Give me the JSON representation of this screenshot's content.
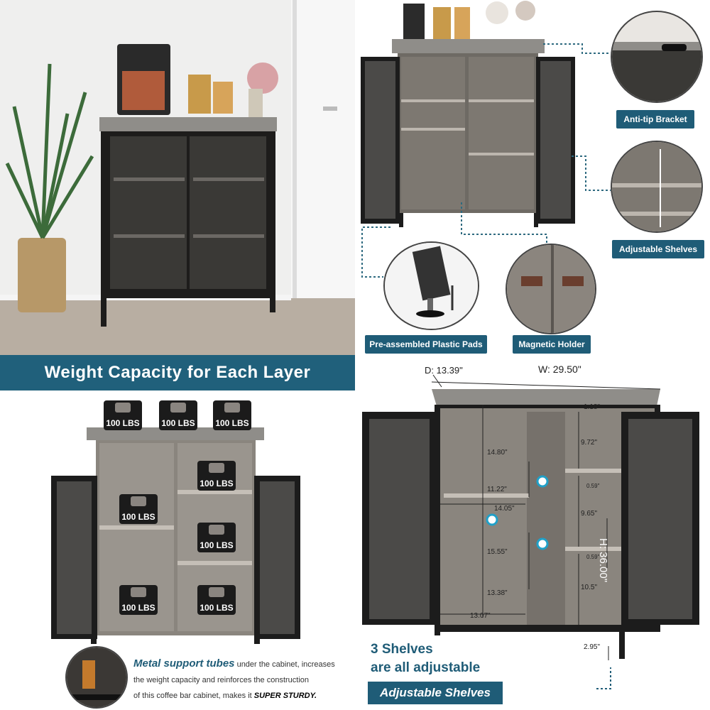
{
  "panels": {
    "features": {
      "anti_tip": "Anti-tip Bracket",
      "adjustable": "Adjustable Shelves",
      "pads": "Pre-assembled Plastic Pads",
      "magnetic": "Magnetic Holder"
    },
    "weight": {
      "title": "Weight Capacity for Each Layer",
      "load_label": "100 LBS",
      "support_bold": "Metal support tubes",
      "support_text1": " under the cabinet, increases",
      "support_text2": "the weight capacity and reinforces the construction",
      "support_text3": "of this coffee bar cabinet, makes it ",
      "support_bold2": "SUPER STURDY."
    },
    "dimensions": {
      "depth": "D: 13.39\"",
      "width": "W: 29.50\"",
      "height": "H: 36.00\"",
      "top_thick": "1.18\"",
      "inner_top": "14.80\"",
      "shelf_gap1": "9.72\"",
      "shelf_depth": "11.22\"",
      "shelf_width": "14.05\"",
      "shelf_thick1": "0.59\"",
      "shelf_gap2": "9.65\"",
      "inner_bottom": "15.55\"",
      "shelf_thick2": "0.59\"",
      "shelf_gap3": "10.5\"",
      "bottom_depth": "13.38\"",
      "bottom_width": "13.07\"",
      "leg": "2.95\"",
      "caption1": "3 Shelves",
      "caption2": "are all adjustable",
      "badge": "Adjustable Shelves"
    }
  }
}
